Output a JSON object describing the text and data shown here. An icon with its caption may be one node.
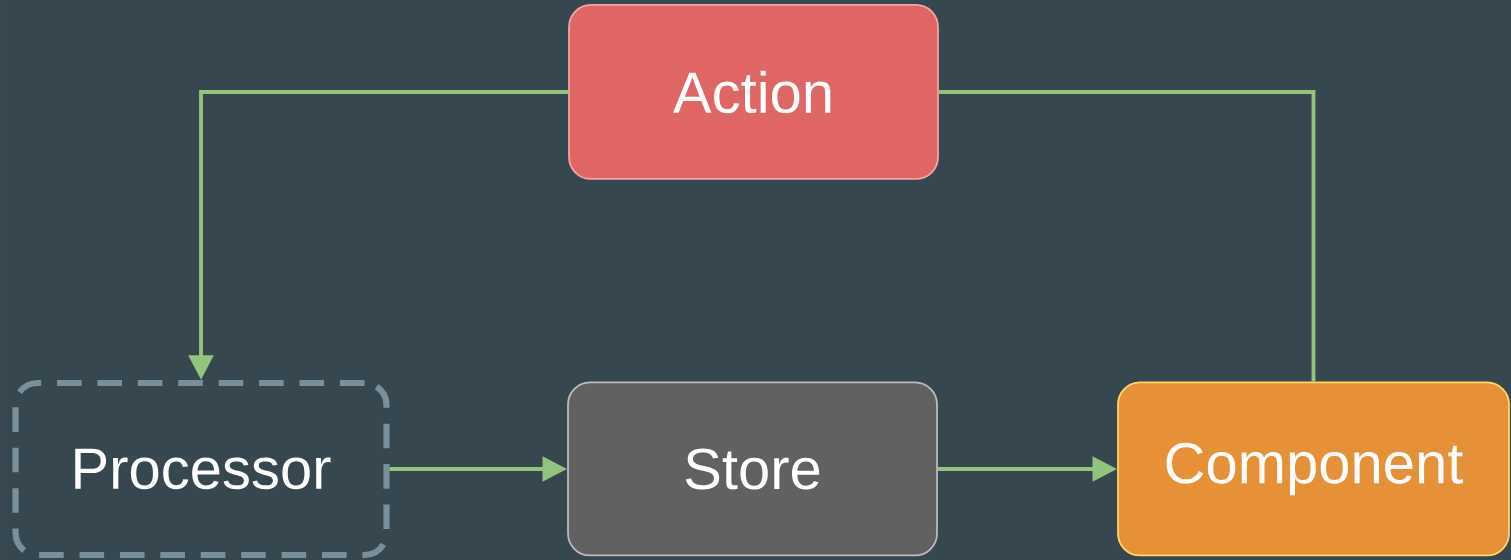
{
  "diagram": {
    "nodes": [
      {
        "text": [
          "Action"
        ]
      },
      {
        "text": [
          "Processor"
        ]
      },
      {
        "text": [
          "Store"
        ]
      },
      {
        "text": [
          "Component"
        ]
      }
    ],
    "edges": [
      {
        "from": 0,
        "to": 1,
        "arrow": "to"
      },
      {
        "from": 1,
        "to": 2,
        "arrow": "to"
      },
      {
        "from": 2,
        "to": 3,
        "arrow": "to"
      },
      {
        "from": 3,
        "to": 0,
        "arrow": "none"
      }
    ]
  }
}
